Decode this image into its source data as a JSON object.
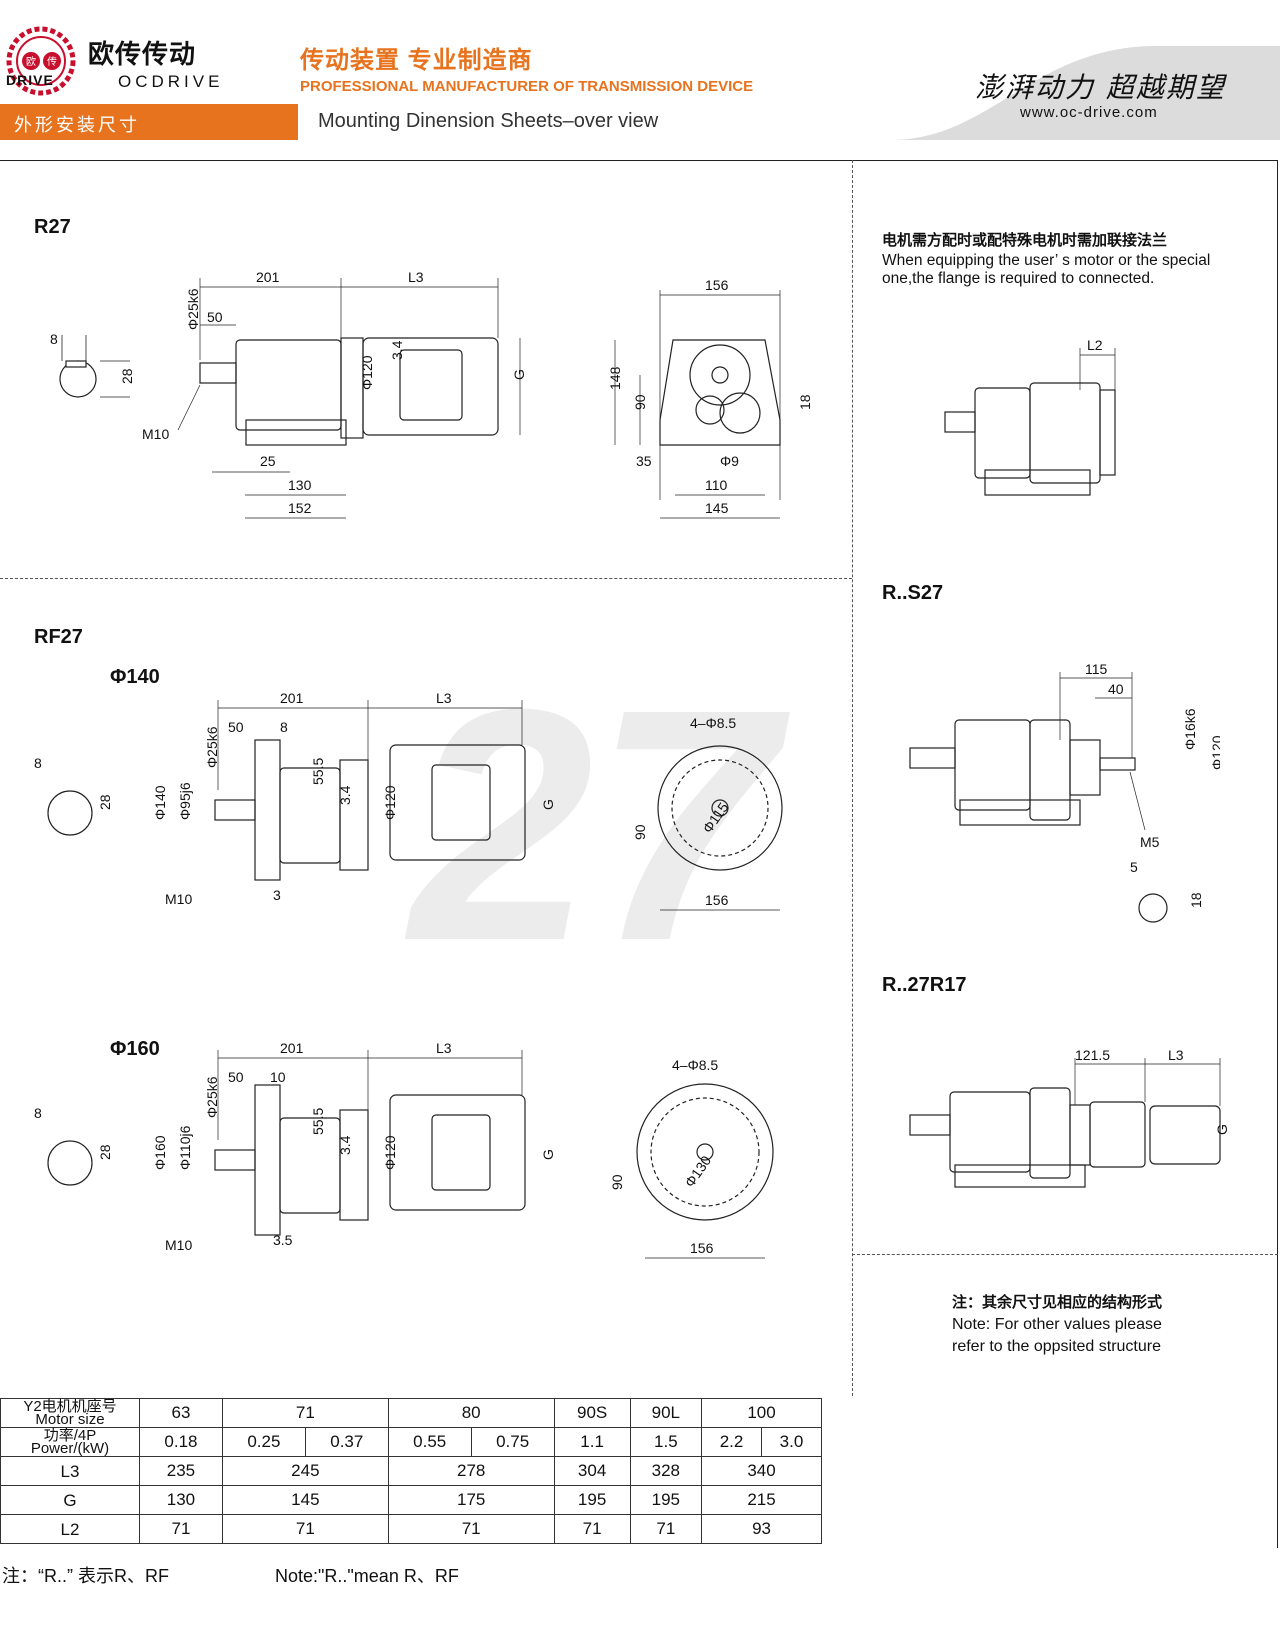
{
  "header": {
    "logo_seal_left": "欧",
    "logo_seal_right": "传",
    "logo_caption": "DRIVE",
    "brand_cn": "欧传传动",
    "brand_en": "OCDRIVE",
    "tagline_cn": "传动装置 专业制造商",
    "tagline_en": "PROFESSIONAL MANUFACTURER OF TRANSMISSION DEVICE",
    "slogan": "澎湃动力 超越期望",
    "website": "www.oc-drive.com",
    "section_cn": "外形安装尺寸",
    "section_en": "Mounting Dinension Sheets–over view"
  },
  "watermark": "27",
  "r27": {
    "title": "R27",
    "dims": {
      "d201": "201",
      "L3": "L3",
      "d50": "50",
      "shaft": "Φ25k6",
      "d120": "Φ120",
      "d3_4": "3.4",
      "G": "G",
      "key8": "8",
      "d28": "28",
      "M10": "M10",
      "d25": "25",
      "d130": "130",
      "d152": "152",
      "d156": "156",
      "d148": "148",
      "d90": "90",
      "d18": "18",
      "d35": "35",
      "d9": "Φ9",
      "d110": "110",
      "d145": "145"
    }
  },
  "rf27": {
    "title": "RF27",
    "phi140": {
      "title": "Φ140",
      "dims": {
        "d201": "201",
        "L3": "L3",
        "d50": "50",
        "d8": "8",
        "key8": "8",
        "d28": "28",
        "shaft": "Φ25k6",
        "d140": "Φ140",
        "d95": "Φ95j6",
        "d55": "55.5",
        "d3_4": "3.4",
        "d120": "Φ120",
        "G": "G",
        "M10": "M10",
        "d3": "3",
        "holes": "4–Φ8.5",
        "d115": "Φ115",
        "d90": "90",
        "d156": "156"
      }
    },
    "phi160": {
      "title": "Φ160",
      "dims": {
        "d201": "201",
        "L3": "L3",
        "d50": "50",
        "d10": "10",
        "key8": "8",
        "d28": "28",
        "shaft": "Φ25k6",
        "d160": "Φ160",
        "d110": "Φ110j6",
        "d55": "55.5",
        "d3_4": "3.4",
        "d120": "Φ120",
        "G": "G",
        "M10": "M10",
        "d3_5": "3.5",
        "holes": "4–Φ8.5",
        "d130": "Φ130",
        "d90": "90",
        "d156": "156"
      }
    }
  },
  "flange_note": {
    "cn": "电机需方配时或配特殊电机时需加联接法兰",
    "en1": "When equipping the user’ s motor or the special",
    "en2": "one,the flange is required to connected.",
    "L2": "L2"
  },
  "rs27": {
    "title": "R..S27",
    "dims": {
      "d115": "115",
      "d40": "40",
      "d16": "Φ16k6",
      "d120": "Φ120",
      "M5": "M5",
      "key5": "5",
      "d18": "18"
    }
  },
  "r27r17": {
    "title": "R..27R17",
    "dims": {
      "d121_5": "121.5",
      "L3": "L3",
      "G": "G"
    }
  },
  "other_note": {
    "cn": "注：其余尺寸见相应的结构形式",
    "en1": "Note: For other values please",
    "en2": "refer to the oppsited structure"
  },
  "table": {
    "motor_cn": "Y2电机机座号",
    "motor_en": "Motor size",
    "power_cn": "功率/4P",
    "power_en": "Power/(kW)",
    "sizes": [
      "63",
      "71",
      "80",
      "90S",
      "90L",
      "100"
    ],
    "powers": [
      "0.18",
      "0.25",
      "0.37",
      "0.55",
      "0.75",
      "1.1",
      "1.5",
      "2.2",
      "3.0"
    ],
    "L3_label": "L3",
    "L3": [
      "235",
      "245",
      "278",
      "304",
      "328",
      "340"
    ],
    "G_label": "G",
    "G": [
      "130",
      "145",
      "175",
      "195",
      "195",
      "215"
    ],
    "L2_label": "L2",
    "L2": [
      "71",
      "71",
      "71",
      "71",
      "71",
      "93"
    ]
  },
  "footer": {
    "cn": "注：“R..” 表示R、RF",
    "en": "Note:\"R..\"mean R、RF"
  }
}
